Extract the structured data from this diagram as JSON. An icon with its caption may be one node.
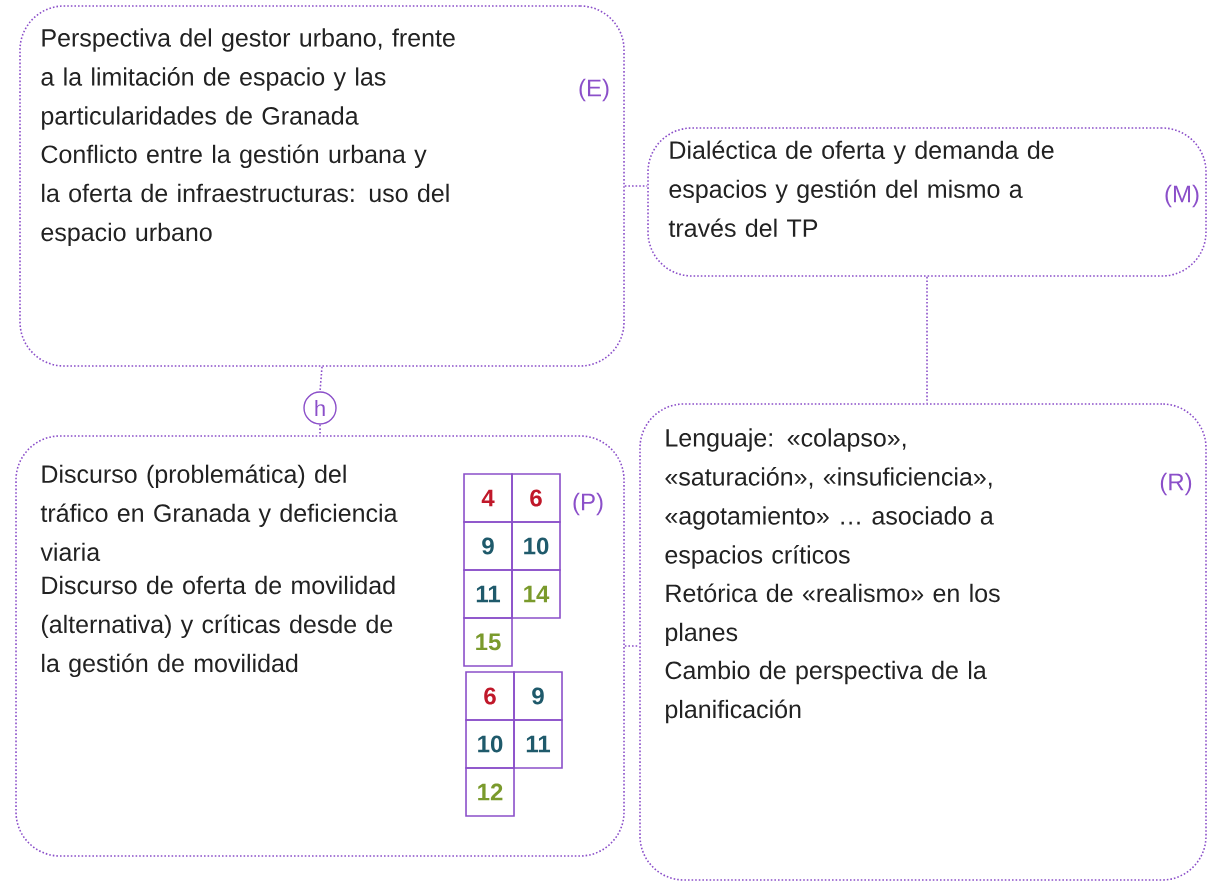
{
  "diagram": {
    "nodes": [
      {
        "text": [
          "Perspectiva del gestor urbano, frente a la limitación de espacio y las particularidades de Granada",
          "Conflicto entre la gestión urbana y la oferta de infraestructuras: uso del espacio urbano",
          "(E)"
        ]
      },
      {
        "text": [
          "Dialéctica de oferta y demanda de espacios y gestión del mismo a través del TP",
          "(M)"
        ]
      },
      {
        "text": [
          "h"
        ]
      },
      {
        "text": [
          "Discurso (problemática) del tráfico en Granada y deficiencia viaria",
          "Discurso de oferta de movilidad (alternativa) y críticas desde de la gestión de movilidad",
          "(P)"
        ]
      },
      {
        "text": [
          "4"
        ],
        "in": 3
      },
      {
        "text": [
          "6"
        ],
        "in": 3
      },
      {
        "text": [
          "9"
        ],
        "in": 3
      },
      {
        "text": [
          "10"
        ],
        "in": 3
      },
      {
        "text": [
          "11"
        ],
        "in": 3
      },
      {
        "text": [
          "14"
        ],
        "in": 3
      },
      {
        "text": [
          "15"
        ],
        "in": 3
      },
      {
        "text": [
          "6"
        ],
        "in": 3
      },
      {
        "text": [
          "9"
        ],
        "in": 3
      },
      {
        "text": [
          "10"
        ],
        "in": 3
      },
      {
        "text": [
          "11"
        ],
        "in": 3
      },
      {
        "text": [
          "12"
        ],
        "in": 3
      },
      {
        "text": [
          "Lenguaje: «colapso», «saturación», «insuficiencia», «agotamiento» … asociado a espacios críticos",
          "Retórica de «realismo» en los planes",
          "Cambio de perspectiva de la planificación",
          "(R)"
        ]
      }
    ],
    "edges": [
      {
        "from": 0,
        "to": 1,
        "arrow": "none"
      },
      {
        "from": 0,
        "to": 2,
        "arrow": "none"
      },
      {
        "from": 2,
        "to": 3,
        "arrow": "none"
      },
      {
        "from": 1,
        "to": 16,
        "arrow": "none"
      },
      {
        "from": 3,
        "to": 16,
        "arrow": "none"
      }
    ]
  }
}
